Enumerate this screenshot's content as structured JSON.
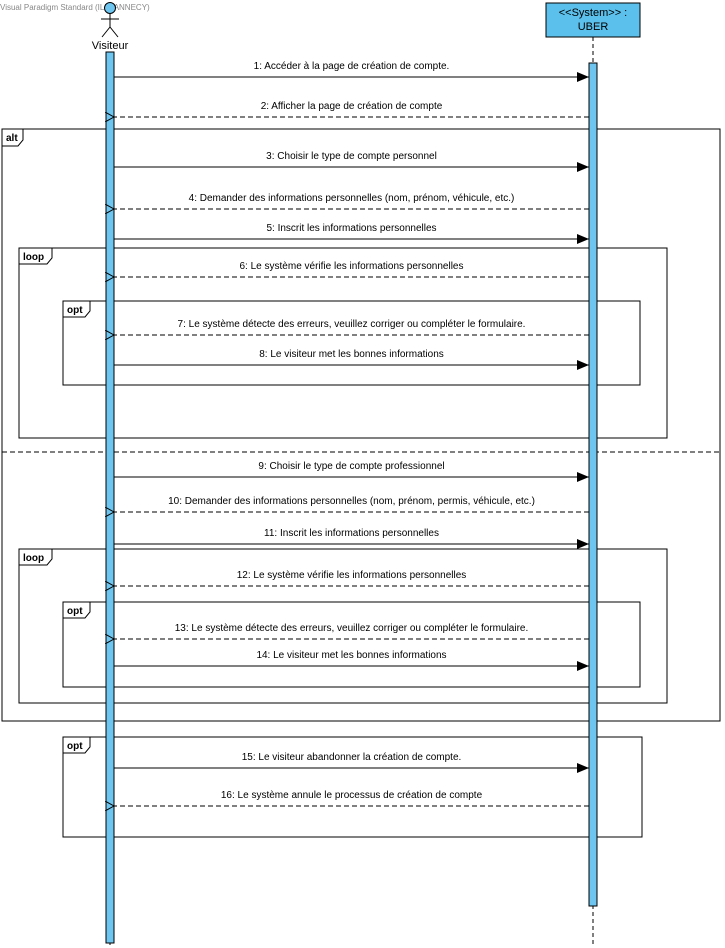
{
  "watermark": "Visual Paradigm Standard (ILIE ANNECY)",
  "actor": {
    "name": "Visiteur"
  },
  "system": {
    "stereotype": "<<System>> :",
    "name": "UBER"
  },
  "frames": {
    "alt": "alt",
    "loop": "loop",
    "opt": "opt"
  },
  "messages": [
    "1:  Accéder à la page de création de compte.",
    "2: Afficher la page de création de compte",
    "3: Choisir le type de compte personnel",
    "4: Demander des informations personnelles (nom, prénom, véhicule, etc.)",
    "5: Inscrit les informations personnelles",
    "6: Le système vérifie les informations personnelles",
    "7: Le système détecte des erreurs, veuillez corriger ou compléter le formulaire.",
    "8: Le visiteur met les bonnes informations",
    "9: Choisir le type de compte professionnel",
    "10: Demander des informations personnelles (nom, prénom, permis, véhicule, etc.)",
    "11: Inscrit les informations personnelles",
    "12: Le système vérifie les informations personnelles",
    "13: Le système détecte des erreurs, veuillez corriger ou compléter le formulaire.",
    "14: Le visiteur met les bonnes informations",
    "15: Le visiteur abandonner la création de compte.",
    "16: Le système annule le processus de création de compte"
  ],
  "colors": {
    "activation": "#6EC6F0",
    "system_box": "#5BC0EB",
    "line": "#000000"
  }
}
